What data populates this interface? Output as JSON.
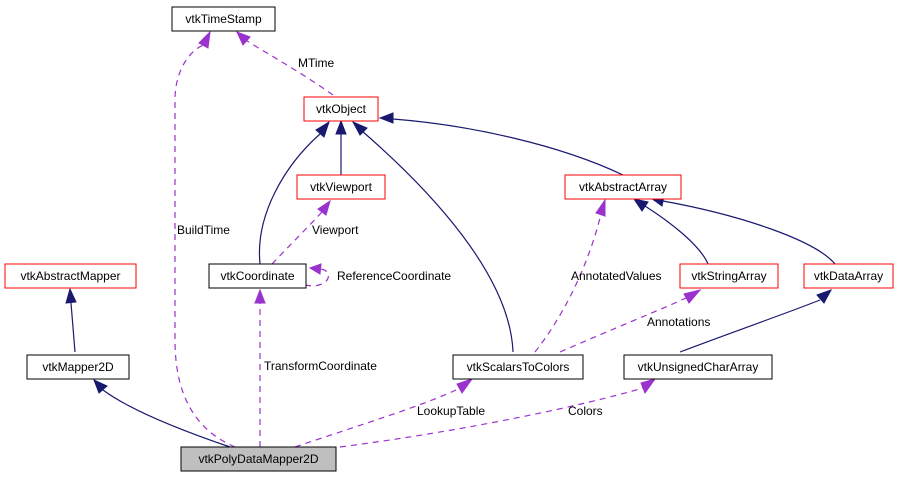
{
  "colors": {
    "normal_border": "#000000",
    "incomplete_border": "#ff0000",
    "focus_fill": "#bfbfbf",
    "inheritance_edge": "#191970",
    "usage_edge": "#9a32cd"
  },
  "nodes": {
    "time_stamp": "vtkTimeStamp",
    "object": "vtkObject",
    "viewport": "vtkViewport",
    "abstract_array": "vtkAbstractArray",
    "abstract_mapper": "vtkAbstractMapper",
    "coordinate": "vtkCoordinate",
    "string_array": "vtkStringArray",
    "data_array": "vtkDataArray",
    "mapper2d": "vtkMapper2D",
    "scalars_to_colors": "vtkScalarsToColors",
    "unsigned_char_array": "vtkUnsignedCharArray",
    "poly_data_mapper2d": "vtkPolyDataMapper2D"
  },
  "edge_labels": {
    "mtime": "MTime",
    "build_time": "BuildTime",
    "viewport": "Viewport",
    "reference_coordinate": "ReferenceCoordinate",
    "annotated_values": "AnnotatedValues",
    "annotations": "Annotations",
    "transform_coordinate": "TransformCoordinate",
    "lookup_table": "LookupTable",
    "colors": "Colors"
  }
}
